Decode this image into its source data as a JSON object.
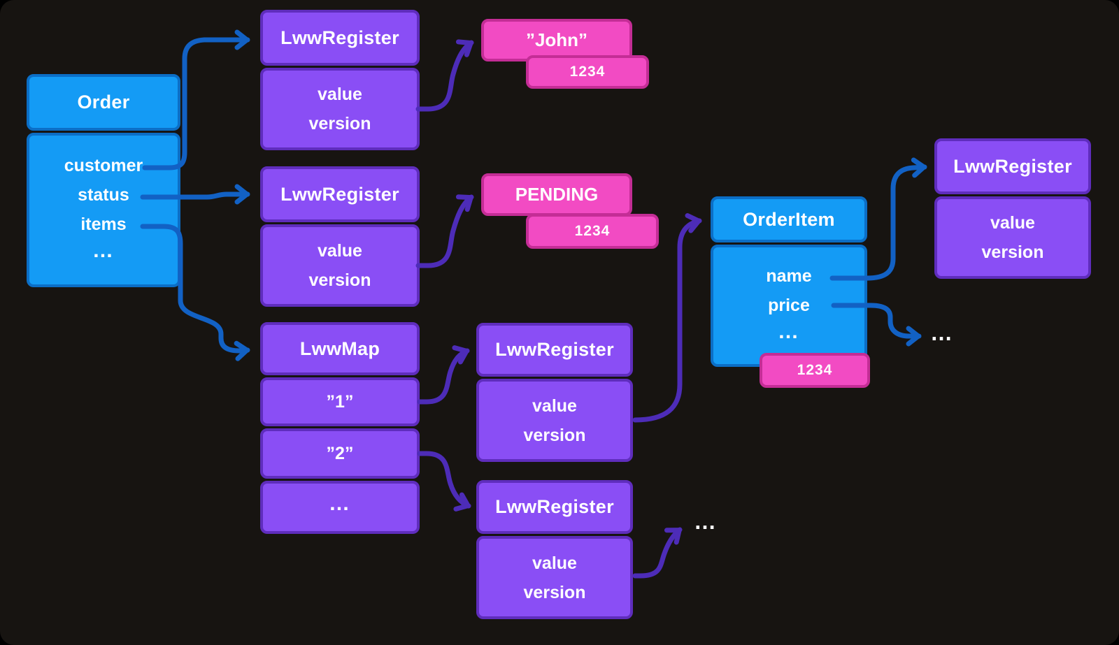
{
  "colors": {
    "background": "#171411",
    "blue_fill": "#149bf5",
    "blue_border": "#0b6ec6",
    "purple_fill": "#8a4ef5",
    "purple_border": "#5f2dbd",
    "pink_fill": "#f24bc3",
    "pink_border": "#c42d96",
    "arrow_blue": "#1261c4",
    "arrow_purple": "#4d2cb8",
    "text": "#ffffff"
  },
  "nodes": {
    "order": {
      "title": "Order",
      "fields": [
        "customer",
        "status",
        "items",
        "…"
      ]
    },
    "customer_register": {
      "title": "LwwRegister",
      "fields": [
        "value",
        "version"
      ]
    },
    "customer_value": {
      "label": "”John”"
    },
    "customer_version": {
      "label": "1234"
    },
    "status_register": {
      "title": "LwwRegister",
      "fields": [
        "value",
        "version"
      ]
    },
    "status_value": {
      "label": "PENDING"
    },
    "status_version": {
      "label": "1234"
    },
    "items_map": {
      "title": "LwwMap",
      "keys": [
        "”1”",
        "”2”",
        "…"
      ]
    },
    "item1_register": {
      "title": "LwwRegister",
      "fields": [
        "value",
        "version"
      ]
    },
    "item2_register": {
      "title": "LwwRegister",
      "fields": [
        "value",
        "version"
      ]
    },
    "item2_more": {
      "label": "…"
    },
    "order_item": {
      "title": "OrderItem",
      "fields": [
        "name",
        "price",
        "…"
      ],
      "version": "1234"
    },
    "name_register": {
      "title": "LwwRegister",
      "fields": [
        "value",
        "version"
      ]
    },
    "price_more": {
      "label": "…"
    }
  }
}
